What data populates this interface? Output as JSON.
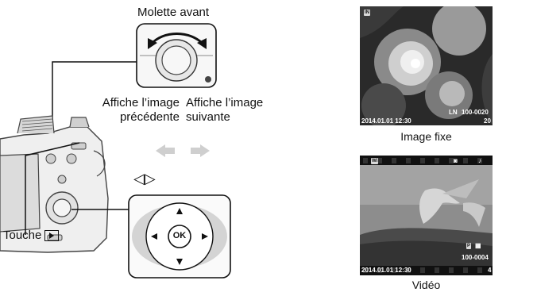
{
  "callouts": {
    "front_dial": "Molette avant",
    "prev_line1": "Affiche l’image",
    "prev_line2": "précédente",
    "next_line1": "Affiche l’image",
    "next_line2": "suivante",
    "play_button": "Touche",
    "arrow_pad_symbol": "◁▷"
  },
  "dial_pad": {
    "ok_label": "OK"
  },
  "still_image": {
    "caption": "Image fixe",
    "datetime": "2014.01.01 12:30",
    "file_number": "100-0020",
    "frame_count": "20",
    "quality": "LN"
  },
  "movie": {
    "caption": "Vidéo",
    "datetime": "2014.01.01 12:30",
    "file_number": "100-0004",
    "frame_count": "4",
    "mode": "P"
  }
}
